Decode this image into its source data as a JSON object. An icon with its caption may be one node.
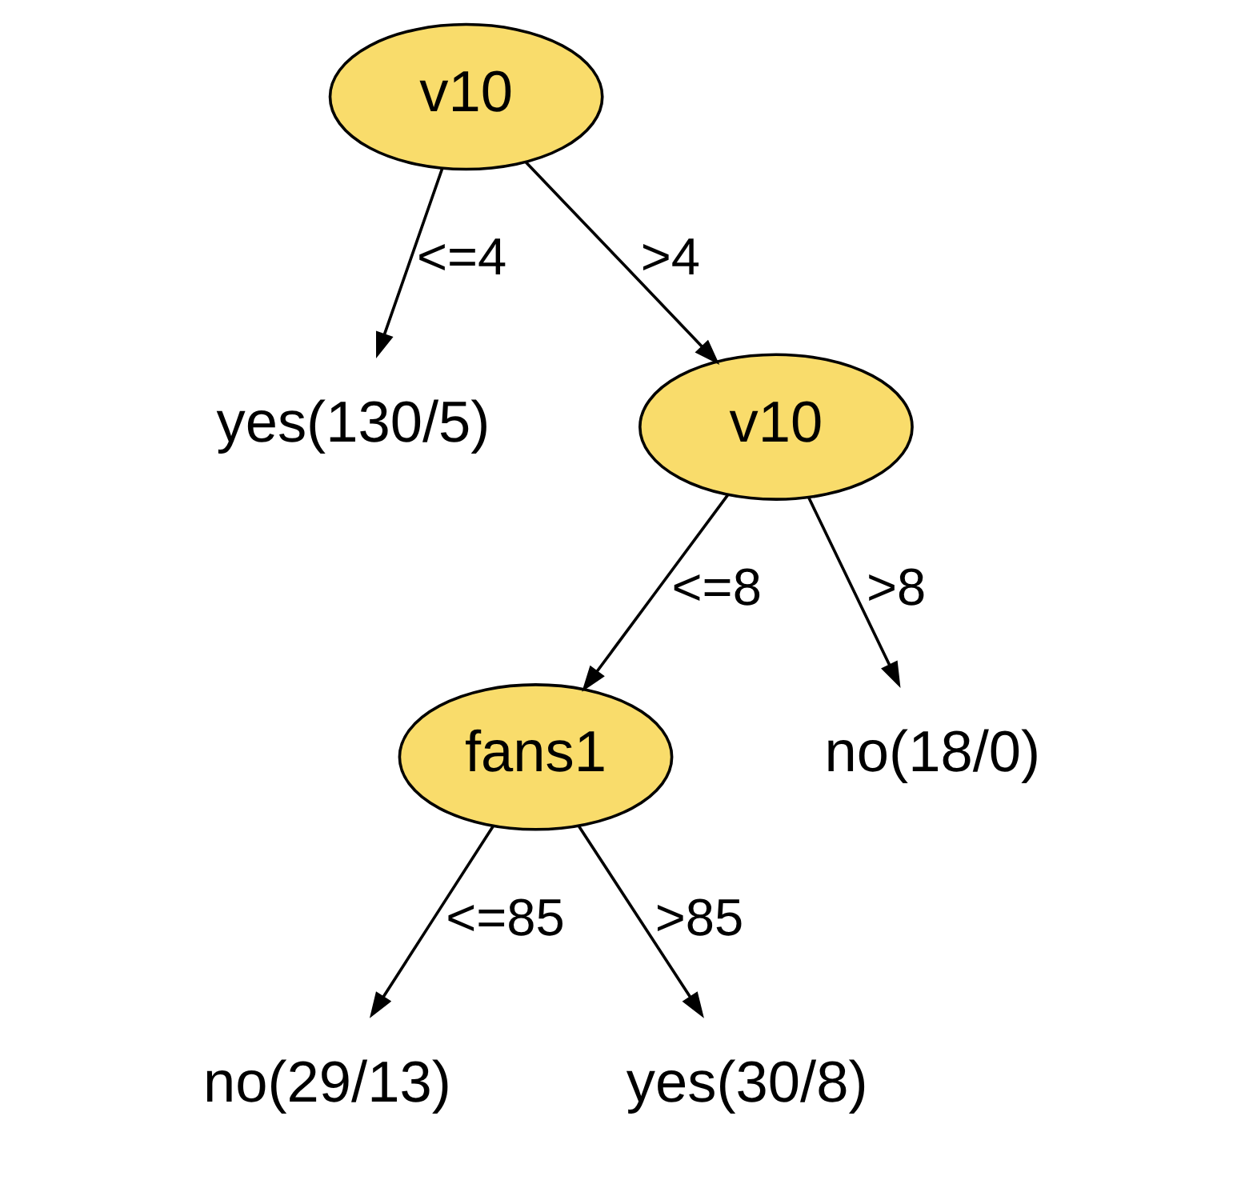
{
  "diagram": {
    "nodes": [
      {
        "text": [
          "v10"
        ]
      },
      {
        "text": [
          "yes(130/5)"
        ]
      },
      {
        "text": [
          "v10"
        ]
      },
      {
        "text": [
          "fans1"
        ]
      },
      {
        "text": [
          "no(18/0)"
        ]
      },
      {
        "text": [
          "no(29/13)"
        ]
      },
      {
        "text": [
          "yes(30/8)"
        ]
      }
    ],
    "edges": [
      {
        "from": 0,
        "to": 1,
        "arrow": "to",
        "label": "<=4"
      },
      {
        "from": 0,
        "to": 2,
        "arrow": "to",
        "label": ">4"
      },
      {
        "from": 2,
        "to": 3,
        "arrow": "to",
        "label": "<=8"
      },
      {
        "from": 2,
        "to": 4,
        "arrow": "to",
        "label": ">8"
      },
      {
        "from": 3,
        "to": 5,
        "arrow": "to",
        "label": "<=85"
      },
      {
        "from": 3,
        "to": 6,
        "arrow": "to",
        "label": ">85"
      }
    ]
  }
}
